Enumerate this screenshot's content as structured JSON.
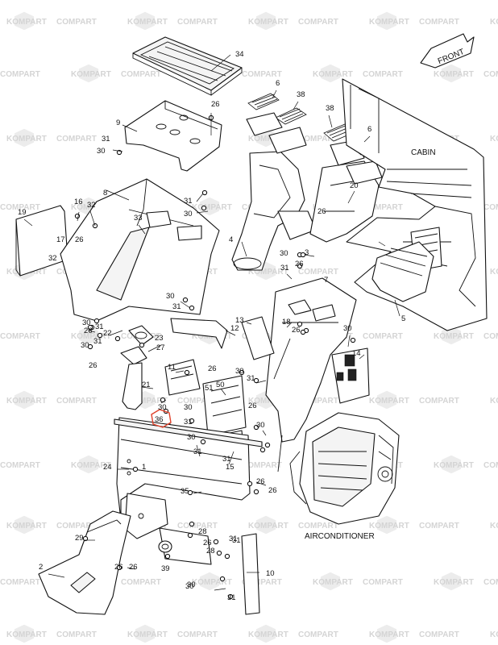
{
  "diagram": {
    "front_label": "FRONT",
    "cabin_label": "CABIN",
    "airconditioner_label": "AIRCONDITIONER",
    "watermark_text": [
      "KOMPART",
      "COMPART"
    ],
    "highlighted_callout": "36",
    "highlight_color": "#e0412a",
    "callouts": [
      "34",
      "26",
      "6",
      "38",
      "38",
      "6",
      "9",
      "31",
      "30",
      "8",
      "31",
      "30",
      "20",
      "16",
      "32",
      "19",
      "33",
      "17",
      "26",
      "32",
      "26",
      "4",
      "3",
      "30",
      "31",
      "7",
      "26",
      "5",
      "13",
      "18",
      "26",
      "30",
      "30",
      "31",
      "12",
      "30",
      "31",
      "26",
      "22",
      "31",
      "30",
      "26",
      "23",
      "27",
      "21",
      "11",
      "26",
      "51",
      "50",
      "14",
      "31",
      "30",
      "30",
      "36",
      "30",
      "31",
      "31",
      "30",
      "26",
      "30",
      "31",
      "15",
      "24",
      "1",
      "26",
      "35",
      "26",
      "28",
      "29",
      "26",
      "28",
      "30",
      "31",
      "26",
      "2",
      "39",
      "26",
      "31",
      "30",
      "10",
      "31"
    ]
  }
}
